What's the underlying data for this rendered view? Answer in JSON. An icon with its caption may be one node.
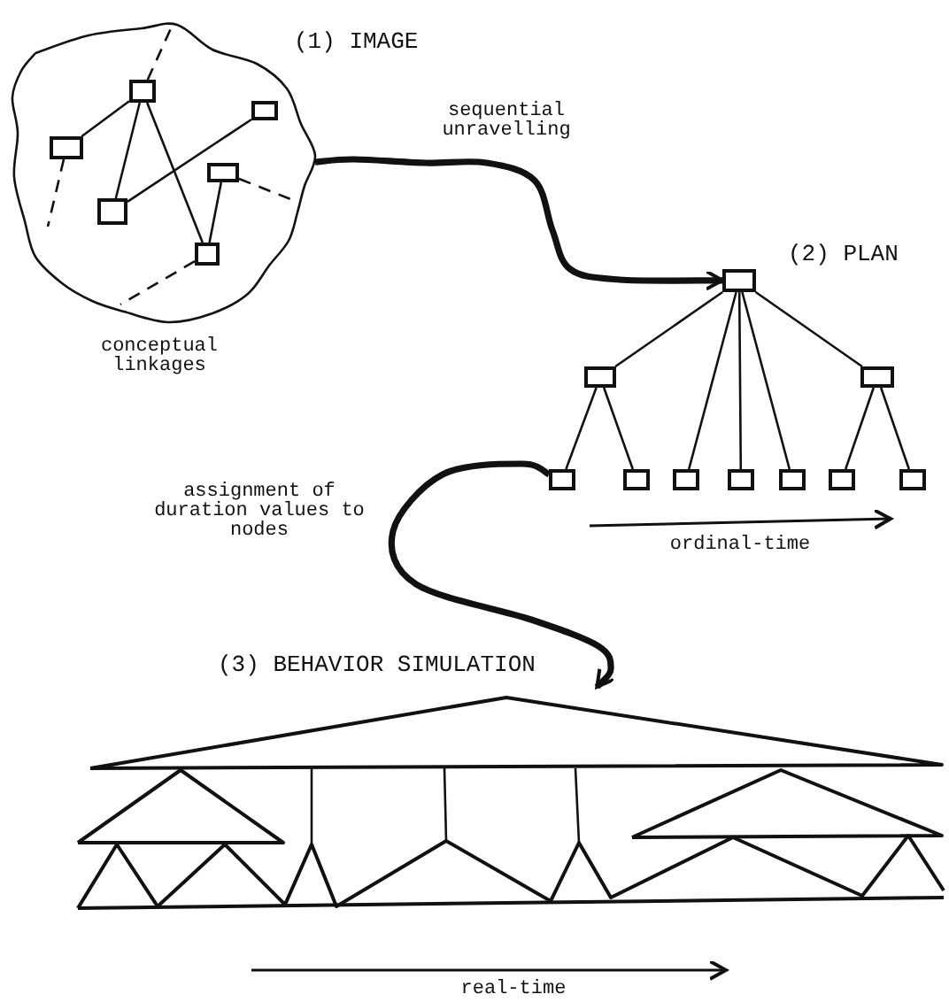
{
  "diagram": {
    "nodes": [
      {
        "text": [
          "(1) IMAGE"
        ]
      },
      {
        "text": [],
        "shape": "box",
        "in": 0
      },
      {
        "text": [],
        "shape": "box",
        "in": 0
      },
      {
        "text": [],
        "shape": "box",
        "in": 0
      },
      {
        "text": [],
        "shape": "box",
        "in": 0
      },
      {
        "text": [],
        "shape": "box",
        "in": 0
      },
      {
        "text": [],
        "shape": "box",
        "in": 0
      },
      {
        "text": [],
        "shape": "box"
      },
      {
        "text": [],
        "shape": "box"
      },
      {
        "text": [],
        "shape": "box"
      },
      {
        "text": [],
        "shape": "box"
      },
      {
        "text": [],
        "shape": "box"
      },
      {
        "text": [],
        "shape": "box"
      },
      {
        "text": [],
        "shape": "box"
      },
      {
        "text": [],
        "shape": "box"
      },
      {
        "text": [],
        "shape": "box"
      },
      {
        "text": [],
        "shape": "box"
      },
      {
        "text": [
          "(3) BEHAVIOR SIMULATION"
        ]
      }
    ],
    "edges": [
      {
        "from": 1,
        "to": 3,
        "arrow": "none"
      },
      {
        "from": 1,
        "to": 5,
        "arrow": "none"
      },
      {
        "from": 1,
        "to": 6,
        "arrow": "none"
      },
      {
        "from": 2,
        "to": 5,
        "arrow": "none"
      },
      {
        "from": 4,
        "to": 6,
        "arrow": "none"
      },
      {
        "from": 1,
        "to": null,
        "arrow": "none",
        "style": "dashed"
      },
      {
        "from": 3,
        "to": null,
        "arrow": "none",
        "style": "dashed"
      },
      {
        "from": 4,
        "to": null,
        "arrow": "none",
        "style": "dashed"
      },
      {
        "from": 6,
        "to": null,
        "arrow": "none",
        "style": "dashed"
      },
      {
        "from": 0,
        "to": 7,
        "arrow": "to",
        "label": "sequential unravelling",
        "style": "thick"
      },
      {
        "from": 7,
        "to": 8,
        "arrow": "none"
      },
      {
        "from": 7,
        "to": 9,
        "arrow": "none"
      },
      {
        "from": 7,
        "to": 12,
        "arrow": "none"
      },
      {
        "from": 7,
        "to": 13,
        "arrow": "none"
      },
      {
        "from": 7,
        "to": 14,
        "arrow": "none"
      },
      {
        "from": 8,
        "to": 10,
        "arrow": "none"
      },
      {
        "from": 8,
        "to": 11,
        "arrow": "none"
      },
      {
        "from": 9,
        "to": 15,
        "arrow": "none"
      },
      {
        "from": 9,
        "to": 16,
        "arrow": "none"
      },
      {
        "from": 10,
        "to": 17,
        "arrow": "to",
        "label": "assignment of duration values to nodes",
        "style": "thick"
      }
    ],
    "labels": [
      "(2) PLAN",
      "conceptual linkages",
      "ordinal-time",
      "real-time"
    ]
  }
}
